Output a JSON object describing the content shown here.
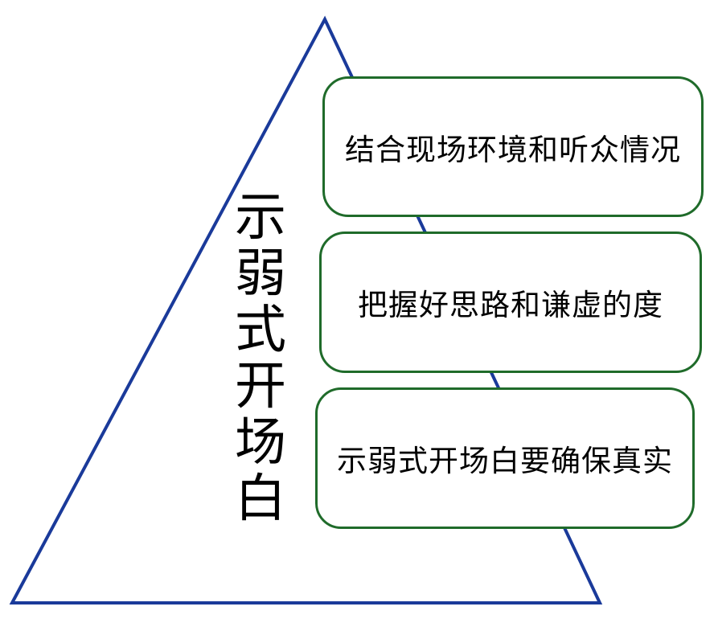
{
  "diagram": {
    "vertical_title": [
      "示",
      "弱",
      "式",
      "开",
      "场",
      "白"
    ],
    "points": [
      "结合现场环境和听众情况",
      "把握好思路和谦虚的度",
      "示弱式开场白要确保真实"
    ],
    "colors": {
      "triangle_stroke": "#1a3a9a",
      "box_border": "#1f6b2a",
      "text": "#000000",
      "background": "#ffffff"
    }
  }
}
